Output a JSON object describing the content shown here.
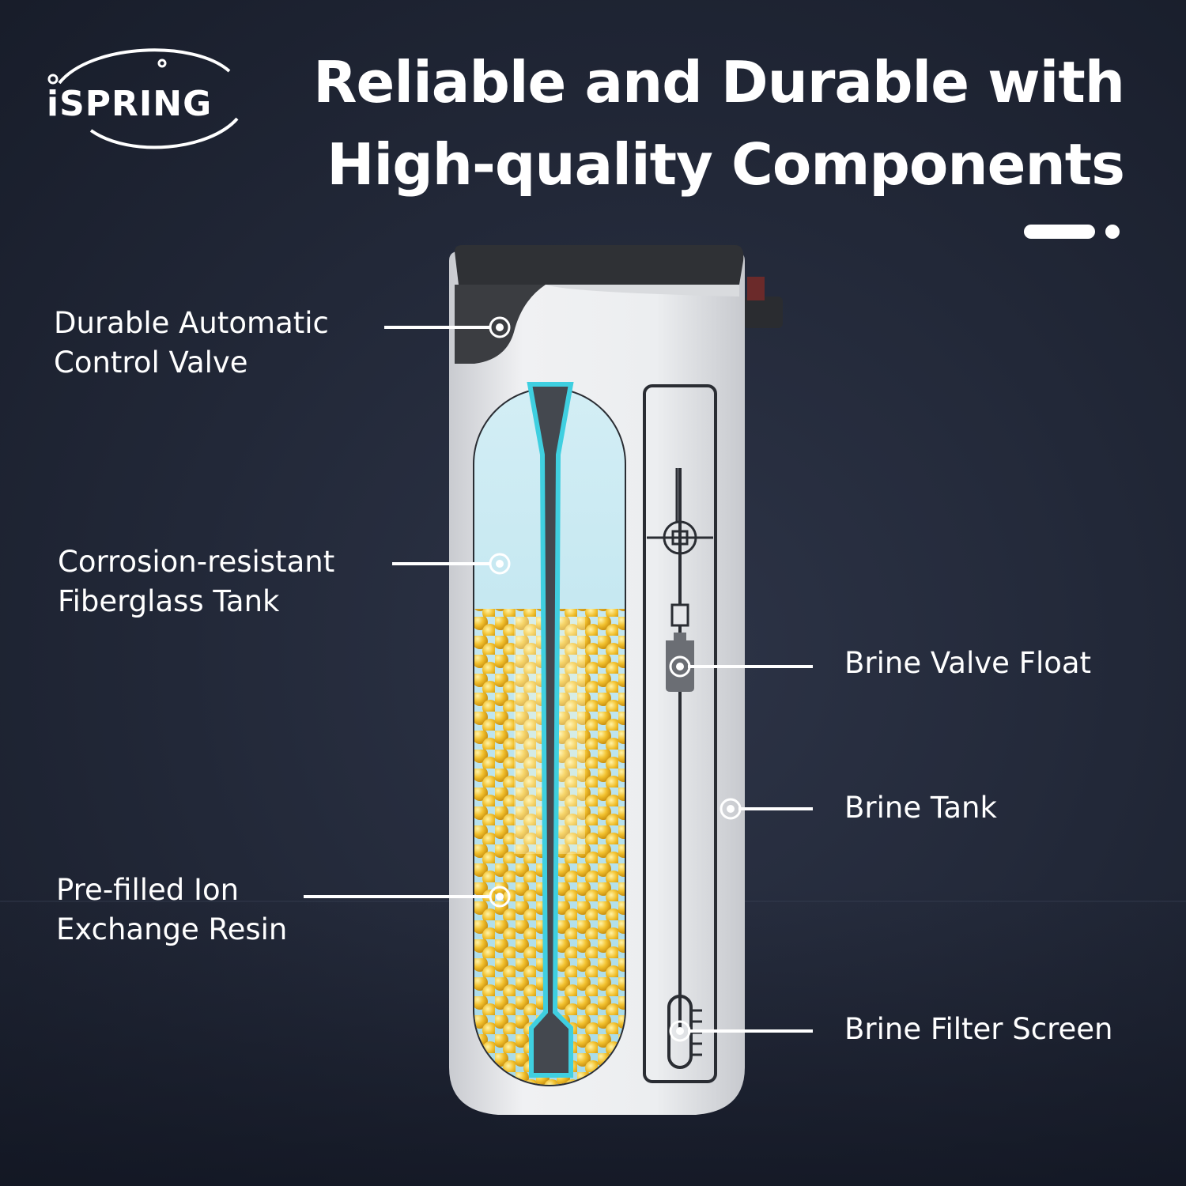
{
  "brand": {
    "logo_text": "iSPRING"
  },
  "headline": {
    "line1": "Reliable and Durable with",
    "line2": "High-quality Components"
  },
  "callouts": {
    "valve": {
      "line1": "Durable Automatic",
      "line2": "Control Valve"
    },
    "tank": {
      "line1": "Corrosion-resistant",
      "line2": "Fiberglass Tank"
    },
    "resin": {
      "line1": "Pre-filled Ion",
      "line2": "Exchange Resin"
    },
    "float": {
      "text": "Brine Valve Float"
    },
    "brine_tank": {
      "text": "Brine Tank"
    },
    "filter_screen": {
      "text": "Brine Filter Screen"
    }
  },
  "colors": {
    "background": "#1f2535",
    "text": "#ffffff",
    "tank_body": "#e6e7ea",
    "valve_cap": "#3b3d41",
    "water": "#bfe6f0",
    "riser_tube": "#3fcfe0",
    "resin_bead": "#f2c12e"
  }
}
